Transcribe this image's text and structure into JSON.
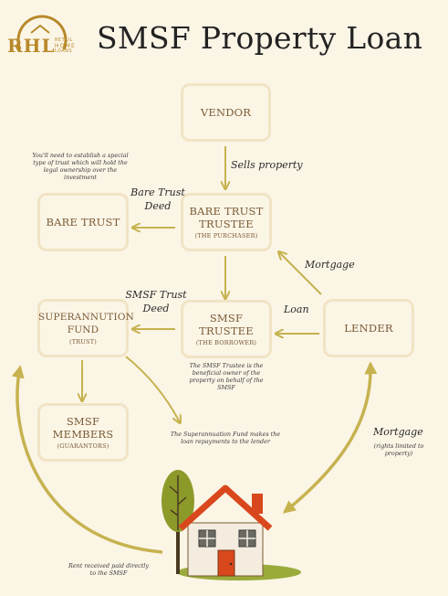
{
  "logo": {
    "initials": "RHL",
    "side_lines": [
      "RETAIL",
      "HOME",
      "LOANS"
    ],
    "colors": {
      "gold": "#b8892a"
    }
  },
  "title": "SMSF Property Loan",
  "boxes": {
    "vendor": {
      "main": "VENDOR"
    },
    "bare_trust": {
      "main": "BARE TRUST"
    },
    "bare_trust_trustee": {
      "main": "BARE TRUST TRUSTEE",
      "sub": "(THE PURCHASER)"
    },
    "super_fund": {
      "main": "SUPERANNUTION FUND",
      "sub": "(TRUST)"
    },
    "smsf_trustee": {
      "main": "SMSF TRUSTEE",
      "sub": "(THE BORROWER)"
    },
    "lender": {
      "main": "LENDER"
    },
    "smsf_members": {
      "main": "SMSF MEMBERS",
      "sub": "(GUARANTORS)"
    }
  },
  "labels": {
    "sells_property": "Sells property",
    "bare_trust_deed": "Bare Trust Deed",
    "mortgage_top": "Mortgage",
    "smsf_trust_deed": "SMSF Trust Deed",
    "loan": "Loan",
    "mortgage_bottom": "Mortgage",
    "rights_limited": "(rights limited to property)"
  },
  "notes": {
    "bare_trust_note": "You'll need to establish a special type of trust which will hold the legal ownership over the investment",
    "smsf_trustee_note": "The SMSF Trustee is the beneficial owner of the property on behalf of the SMSF",
    "repayments_note": "The Superannuation Fund makes the loan repayments to the lender",
    "rent_note": "Rent received paid directly to the SMSF"
  },
  "colors": {
    "arrow": "#c6b24f",
    "box_border": "#f1e3c5",
    "box_text": "#7a5a34",
    "background": "#fbf5e6",
    "roof": "#d9481c",
    "wall": "#f4ecdf",
    "door": "#d9481c",
    "tree": "#8c9a2a",
    "grass": "#9aab3c"
  }
}
